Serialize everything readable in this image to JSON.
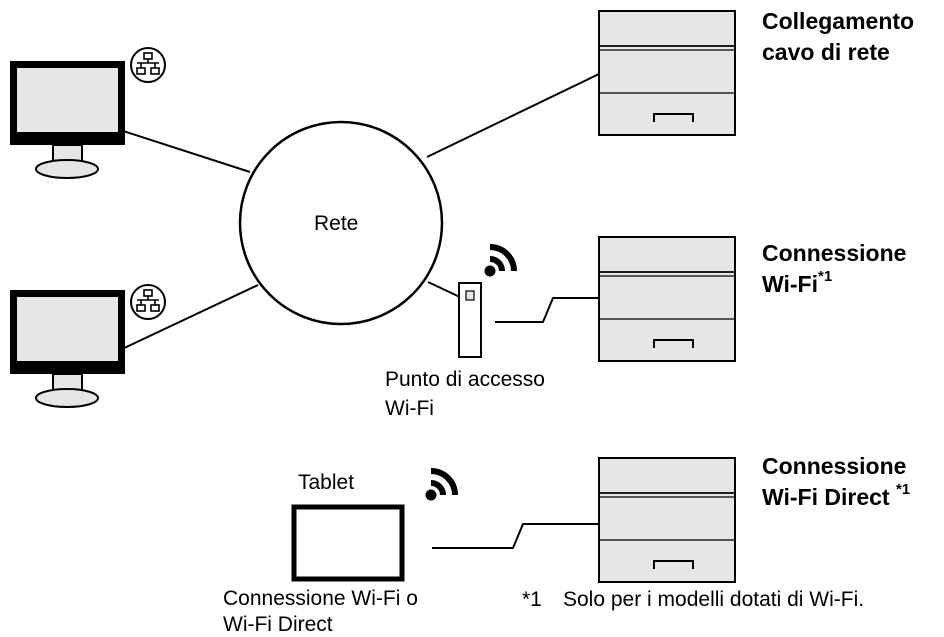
{
  "network_label": "Rete",
  "access_point_label": [
    "Punto di accesso",
    "Wi-Fi"
  ],
  "tablet_label": "Tablet",
  "tablet_caption": [
    "Connessione Wi-Fi o",
    "Wi-Fi Direct"
  ],
  "connections": [
    {
      "lines": [
        "Collegamento",
        "cavo di rete"
      ],
      "footnote_mark": ""
    },
    {
      "lines": [
        "Connessione",
        "Wi-Fi"
      ],
      "footnote_mark": "*1"
    },
    {
      "lines": [
        "Connessione",
        "Wi-Fi Direct "
      ],
      "footnote_mark": "*1"
    }
  ],
  "footnote": {
    "mark": "*1",
    "text": "Solo per i modelli dotati di Wi-Fi."
  },
  "icons": [
    "desktop-computer-icon",
    "lan-network-icon",
    "wifi-signal-icon",
    "access-point-icon",
    "tablet-icon",
    "printer-icon"
  ]
}
